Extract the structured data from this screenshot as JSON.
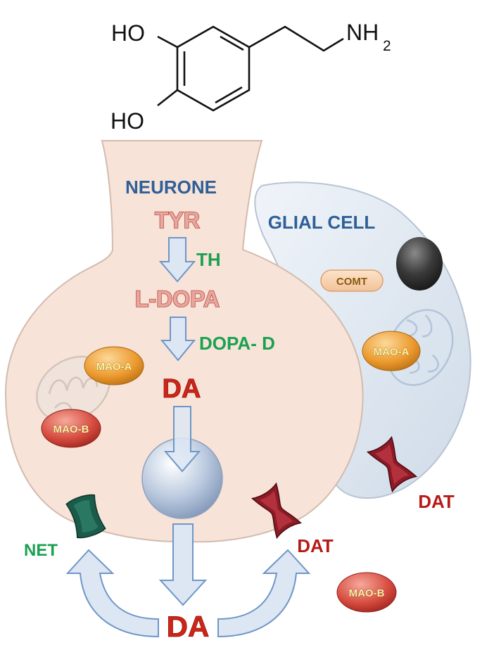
{
  "molecule": {
    "hydroxyl_top": "HO",
    "hydroxyl_bottom": "HO",
    "amine": "NH",
    "amine_subscript": "2"
  },
  "neuron": {
    "title": "NEURONE",
    "tyr": "TYR",
    "th": "TH",
    "ldopa": "L-DOPA",
    "dopa_d": "DOPA- D",
    "da": "DA",
    "mao_a": "MAO-A",
    "mao_b": "MAO-B"
  },
  "glial": {
    "title": "GLIAL CELL",
    "comt": "COMT",
    "mao_a": "MAO-A",
    "dat": "DAT"
  },
  "synapse": {
    "net": "NET",
    "dat": "DAT",
    "mao_b": "MAO-B",
    "da": "DA"
  },
  "colors": {
    "neuron_fill": "#f7e3d8",
    "glial_fill": "#e3eaf2",
    "blue_label": "#2e5f96",
    "green_label": "#1aa150",
    "red_label": "#cf2518",
    "arrow_fill": "#dde6f3",
    "arrow_stroke": "#6e96c8"
  }
}
